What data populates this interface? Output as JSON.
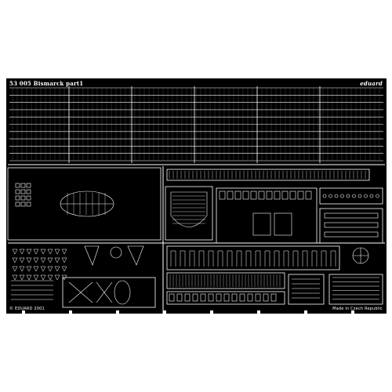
{
  "sheet": {
    "title": "53 005  Bismarck  part1",
    "brand": "eduard",
    "copyright": "© EDUARD 2001",
    "made_in": "Made in Czech Republic",
    "colors": {
      "fret": "#000000",
      "etch": "#ffffff",
      "background": "#ffffff"
    }
  }
}
